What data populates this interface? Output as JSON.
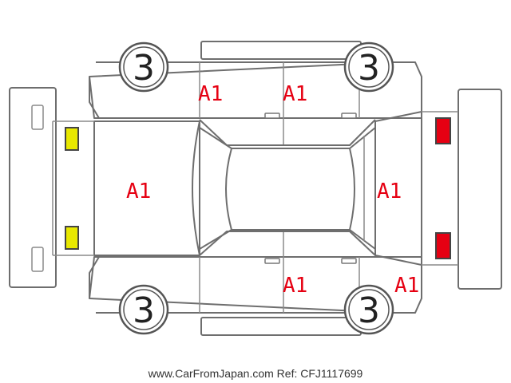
{
  "marks": {
    "wheel_grade": "3",
    "damage_code": "A1"
  },
  "colors": {
    "damage_text": "#e60012",
    "front_lamp": "#e8e800",
    "rear_lamp": "#e60012",
    "outline": "#6e6e6e"
  },
  "watermark": "www.CarFromJapan.com Ref: CFJ1117699"
}
